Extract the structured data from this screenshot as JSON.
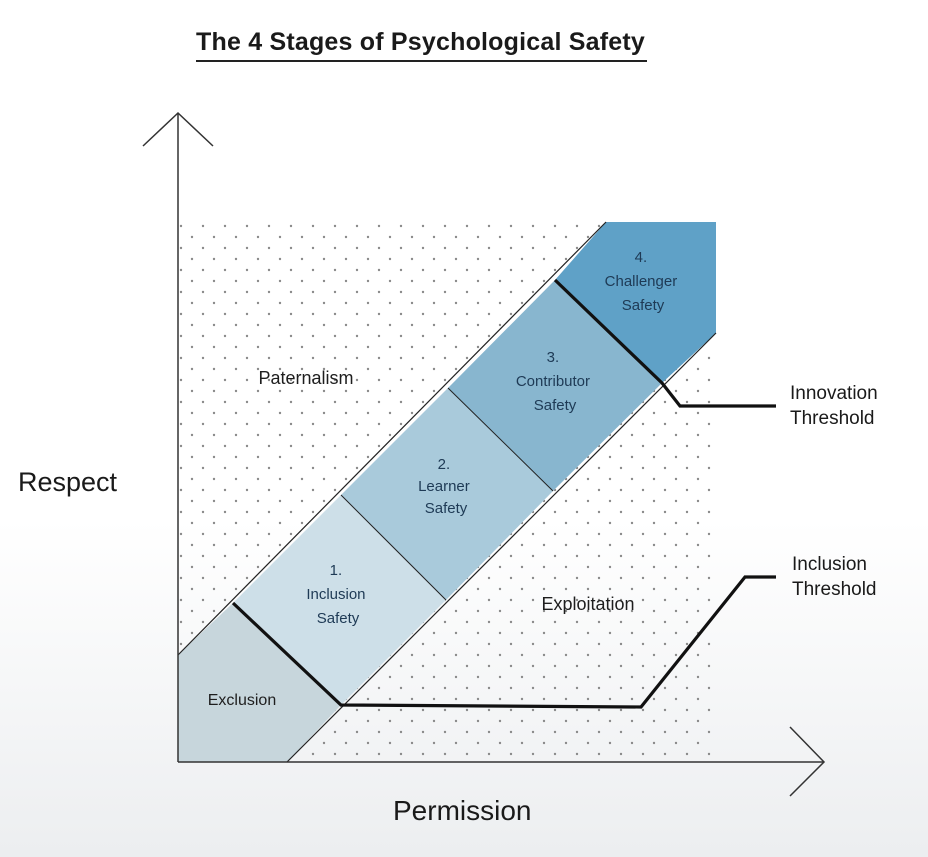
{
  "title": "The 4 Stages of Psychological Safety",
  "axes": {
    "y_label": "Respect",
    "x_label": "Permission"
  },
  "regions": {
    "paternalism": "Paternalism",
    "exploitation": "Exploitation",
    "exclusion": "Exclusion"
  },
  "stages": [
    {
      "number": "1.",
      "line1": "Inclusion",
      "line2": "Safety",
      "color": "#cddfe8"
    },
    {
      "number": "2.",
      "line1": "Learner",
      "line2": "Safety",
      "color": "#a9cadb"
    },
    {
      "number": "3.",
      "line1": "Contributor",
      "line2": "Safety",
      "color": "#88b6cf"
    },
    {
      "number": "4.",
      "line1": "Challenger",
      "line2": "Safety",
      "color": "#5fa1c7"
    }
  ],
  "thresholds": {
    "innovation": {
      "line1": "Innovation",
      "line2": "Threshold"
    },
    "inclusion": {
      "line1": "Inclusion",
      "line2": "Threshold"
    }
  },
  "colors": {
    "exclusion": "#c7d6dc",
    "dots": "#8a8a8a",
    "lines": "#111111"
  }
}
